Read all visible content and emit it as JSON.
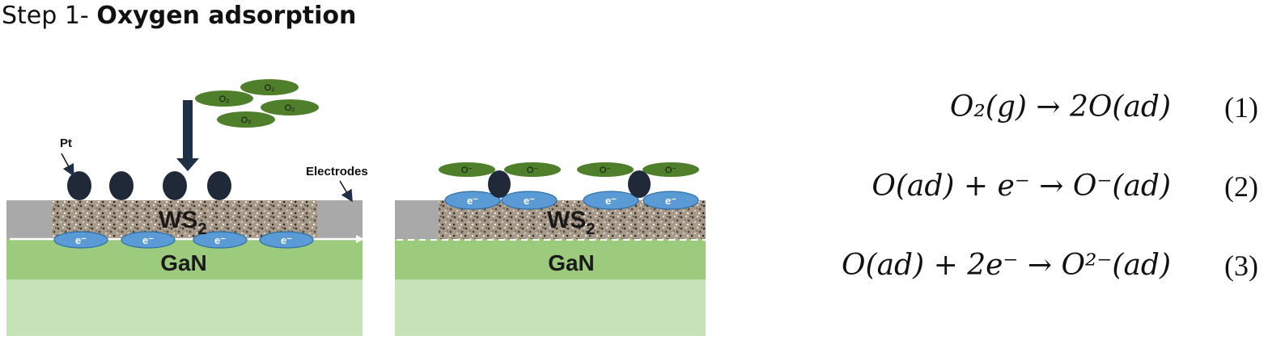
{
  "title": {
    "step": "Step 1-",
    "heading": "Oxygen adsorption"
  },
  "left_panel": {
    "o2_label": "O₂",
    "pt_label": "Pt",
    "electrodes_label": "Electrodes",
    "ws2_label": "WS",
    "ws2_sub": "2",
    "gan_label": "GaN",
    "electron_label": "e⁻"
  },
  "right_panel": {
    "oxygen_ion_label": "O⁻",
    "ws2_label": "WS",
    "ws2_sub": "2",
    "gan_label": "GaN",
    "electron_label": "e⁻"
  },
  "equations": [
    {
      "text": "O₂(g) → 2O(ad)",
      "number": "(1)"
    },
    {
      "text": "O(ad) + e⁻ → O⁻(ad)",
      "number": "(2)"
    },
    {
      "text": "O(ad) + 2e⁻ → O²⁻(ad)",
      "number": "(3)"
    }
  ],
  "colors": {
    "electrode": "#a9a9a9",
    "ws2_texture": "#8c7c68",
    "gan_top": "#9ccb7e",
    "gan_bottom": "#c8e2b7",
    "electron": "#5b9bd5",
    "o2": "#4f7f2a",
    "pt": "#1f2937",
    "arrow": "#1f3047"
  }
}
